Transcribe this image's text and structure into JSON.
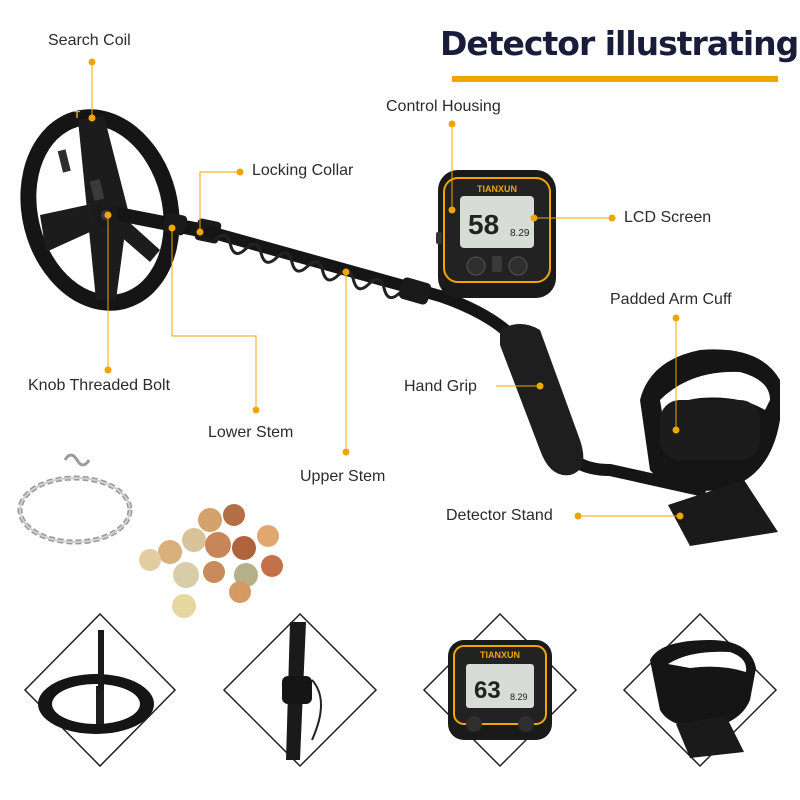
{
  "title": "Detector illustrating",
  "accent_color": "#f0a500",
  "labels": {
    "search_coil": "Search Coil",
    "locking_collar": "Locking Collar",
    "knob_threaded_bolt": "Knob Threaded Bolt",
    "lower_stem": "Lower Stem",
    "upper_stem": "Upper Stem",
    "control_housing": "Control Housing",
    "lcd_screen": "LCD Screen",
    "padded_arm_cuff": "Padded Arm Cuff",
    "hand_grip": "Hand Grip",
    "detector_stand": "Detector Stand"
  },
  "device": {
    "brand": "TIANXUN",
    "lcd_main_value": "58",
    "lcd_sub_value": "8.29"
  },
  "detail_views": {
    "display": {
      "brand": "TIANXUN",
      "lcd_main_value": "63",
      "lcd_sub_value": "8.29"
    }
  },
  "icons": [
    "bracelet-icon",
    "coins-icon",
    "coil-detail-icon",
    "collar-detail-icon",
    "display-detail-icon",
    "cuff-detail-icon"
  ]
}
